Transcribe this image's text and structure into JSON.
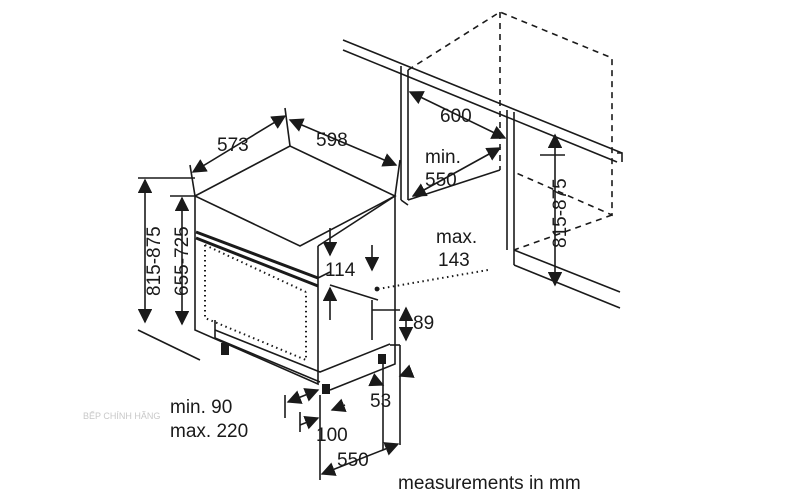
{
  "dimensions": {
    "depth": "573",
    "width": "598",
    "niche_width": "600",
    "niche_depth_min": "min.",
    "niche_depth_val": "550",
    "niche_height": "815-875",
    "height_total": "815-875",
    "height_body": "655-725",
    "panel_max_label": "max.",
    "panel_max_val": "143",
    "panel_gap": "114",
    "plinth": "89",
    "foot_min": "min. 90",
    "foot_max": "max. 220",
    "foot_53": "53",
    "foot_100": "100",
    "base_550": "550"
  },
  "footer": {
    "note": "measurements in mm",
    "watermark": "BẾP CHÍNH HÃNG"
  }
}
